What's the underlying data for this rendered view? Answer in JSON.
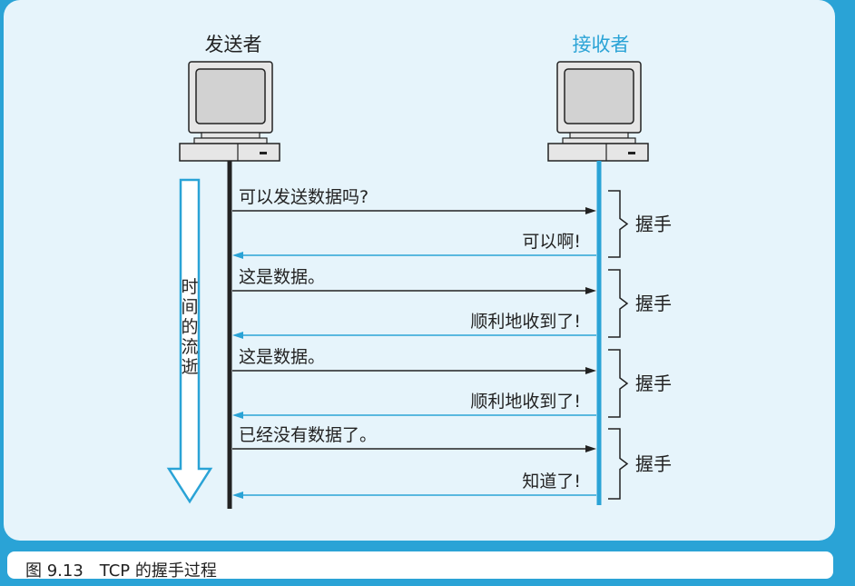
{
  "sender": {
    "label": "发送者"
  },
  "receiver": {
    "label": "接收者"
  },
  "time_label": [
    "时",
    "间",
    "的",
    "流",
    "逝"
  ],
  "messages": [
    {
      "text": "可以发送数据吗?",
      "direction": "to-receiver"
    },
    {
      "text": "可以啊!",
      "direction": "to-sender"
    },
    {
      "text": "这是数据。",
      "direction": "to-receiver"
    },
    {
      "text": "顺利地收到了!",
      "direction": "to-sender"
    },
    {
      "text": "这是数据。",
      "direction": "to-receiver"
    },
    {
      "text": "顺利地收到了!",
      "direction": "to-sender"
    },
    {
      "text": "已经没有数据了。",
      "direction": "to-receiver"
    },
    {
      "text": "知道了!",
      "direction": "to-sender"
    }
  ],
  "handshakes": [
    {
      "label": "握手"
    },
    {
      "label": "握手"
    },
    {
      "label": "握手"
    },
    {
      "label": "握手"
    }
  ],
  "caption": "图 9.13　TCP 的握手过程",
  "colors": {
    "accent": "#2aa3d6",
    "panel_bg": "#e6f4fb",
    "sender_line": "#222222",
    "receiver_line": "#2aa3d6",
    "monitor_fill": "#e6e6e6"
  }
}
